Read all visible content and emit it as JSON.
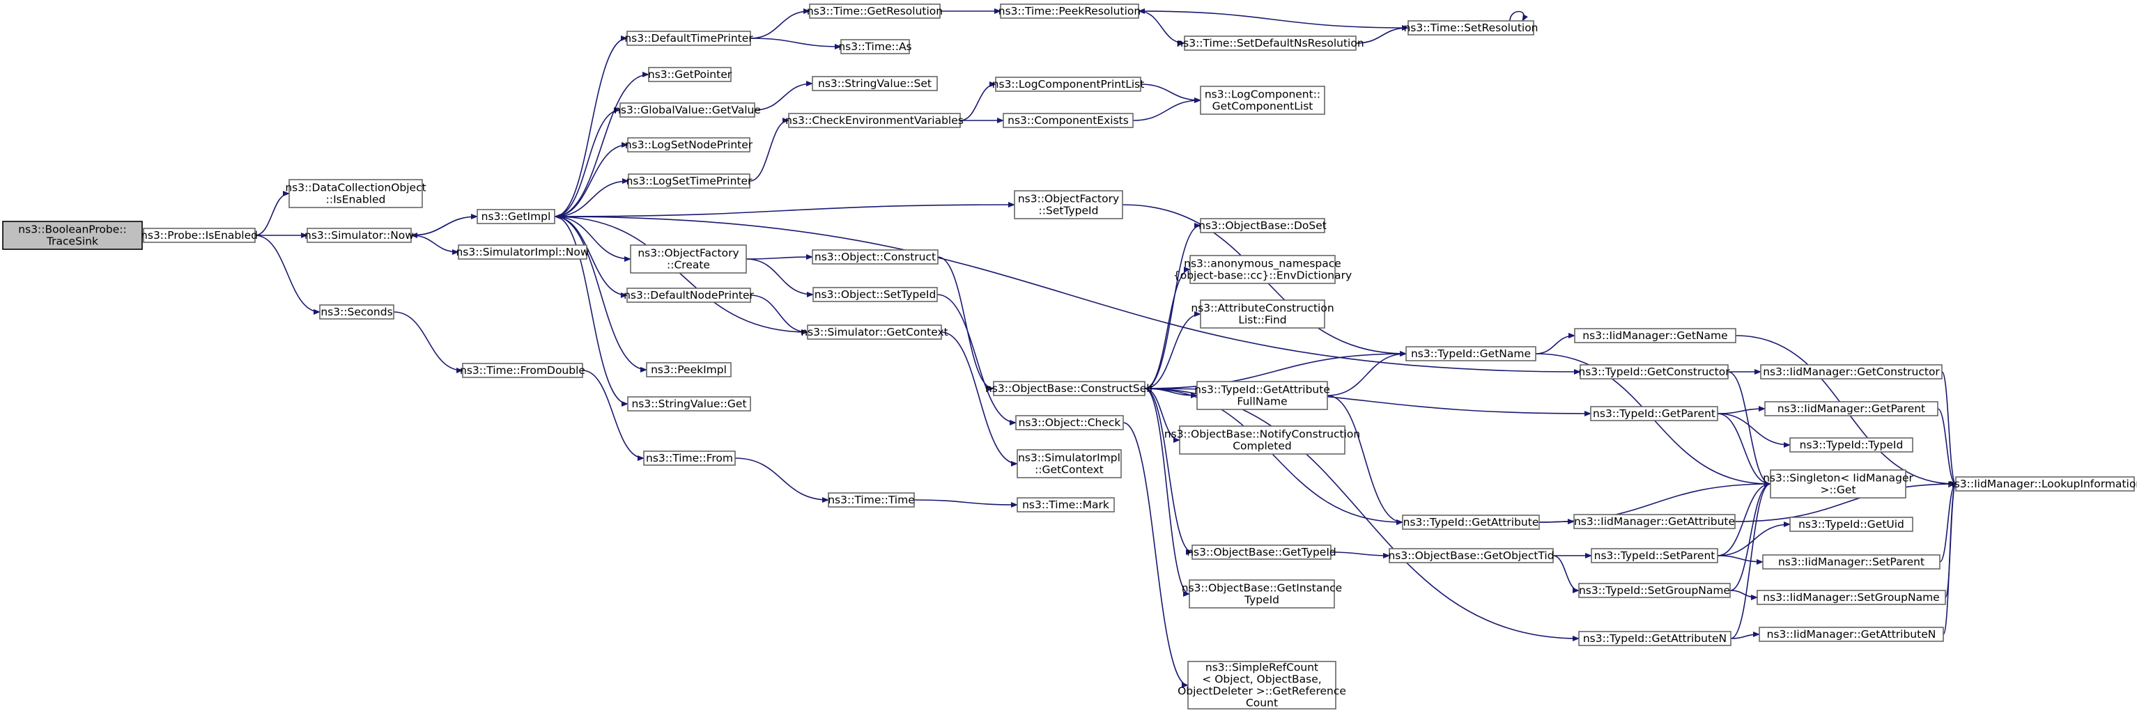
{
  "graph": {
    "nodes": [
      {
        "id": "BooleanProbe",
        "lines": [
          "ns3::BooleanProbe::",
          "TraceSink"
        ],
        "root": true
      },
      {
        "id": "ProbeIsEnabled",
        "lines": [
          "ns3::Probe::IsEnabled"
        ]
      },
      {
        "id": "DCOIsEnabled",
        "lines": [
          "ns3::DataCollectionObject",
          "::IsEnabled"
        ]
      },
      {
        "id": "SimNow",
        "lines": [
          "ns3::Simulator::Now"
        ]
      },
      {
        "id": "Seconds",
        "lines": [
          "ns3::Seconds"
        ]
      },
      {
        "id": "DefaultTimePrinter",
        "lines": [
          "ns3::DefaultTimePrinter"
        ]
      },
      {
        "id": "GetPointer",
        "lines": [
          "ns3::GetPointer"
        ]
      },
      {
        "id": "GlobalValueGetValue",
        "lines": [
          "ns3::GlobalValue::GetValue"
        ]
      },
      {
        "id": "LogSetNodePrinter",
        "lines": [
          "ns3::LogSetNodePrinter"
        ]
      },
      {
        "id": "LogSetTimePrinter",
        "lines": [
          "ns3::LogSetTimePrinter"
        ]
      },
      {
        "id": "GetImpl",
        "lines": [
          "ns3::GetImpl"
        ]
      },
      {
        "id": "SimImplNow",
        "lines": [
          "ns3::SimulatorImpl::Now"
        ]
      },
      {
        "id": "ObjectFactoryCreate",
        "lines": [
          "ns3::ObjectFactory",
          "::Create"
        ]
      },
      {
        "id": "DefaultNodePrinter",
        "lines": [
          "ns3::DefaultNodePrinter"
        ]
      },
      {
        "id": "PeekImpl",
        "lines": [
          "ns3::PeekImpl"
        ]
      },
      {
        "id": "StringValueGet",
        "lines": [
          "ns3::StringValue::Get"
        ]
      },
      {
        "id": "TimeFromDouble",
        "lines": [
          "ns3::Time::FromDouble"
        ]
      },
      {
        "id": "TimeFrom",
        "lines": [
          "ns3::Time::From"
        ]
      },
      {
        "id": "TimeTime",
        "lines": [
          "ns3::Time::Time"
        ]
      },
      {
        "id": "TimeMark",
        "lines": [
          "ns3::Time::Mark"
        ]
      },
      {
        "id": "TimeGetResolution",
        "lines": [
          "ns3::Time::GetResolution"
        ]
      },
      {
        "id": "TimeAs",
        "lines": [
          "ns3::Time::As"
        ]
      },
      {
        "id": "TimePeekResolution",
        "lines": [
          "ns3::Time::PeekResolution"
        ]
      },
      {
        "id": "TimeSetDefaultNsResolution",
        "lines": [
          "ns3::Time::SetDefaultNsResolution"
        ]
      },
      {
        "id": "TimeSetResolution",
        "lines": [
          "ns3::Time::SetResolution"
        ]
      },
      {
        "id": "StringValueSet",
        "lines": [
          "ns3::StringValue::Set"
        ]
      },
      {
        "id": "CheckEnvironmentVariables",
        "lines": [
          "ns3::CheckEnvironmentVariables"
        ]
      },
      {
        "id": "LogComponentPrintList",
        "lines": [
          "ns3::LogComponentPrintList"
        ]
      },
      {
        "id": "ComponentExists",
        "lines": [
          "ns3::ComponentExists"
        ]
      },
      {
        "id": "LogComponentGetComponentList",
        "lines": [
          "ns3::LogComponent::",
          "GetComponentList"
        ]
      },
      {
        "id": "ObjectFactorySetTypeId",
        "lines": [
          "ns3::ObjectFactory",
          "::SetTypeId"
        ]
      },
      {
        "id": "ObjectConstruct",
        "lines": [
          "ns3::Object::Construct"
        ]
      },
      {
        "id": "ObjectSetTypeId",
        "lines": [
          "ns3::Object::SetTypeId"
        ]
      },
      {
        "id": "SimGetContext",
        "lines": [
          "ns3::Simulator::GetContext"
        ]
      },
      {
        "id": "SimImplGetContext",
        "lines": [
          "ns3::SimulatorImpl",
          "::GetContext"
        ]
      },
      {
        "id": "ObjectCheck",
        "lines": [
          "ns3::Object::Check"
        ]
      },
      {
        "id": "ConstructSelf",
        "lines": [
          "ns3::ObjectBase::ConstructSelf"
        ]
      },
      {
        "id": "ObjectBaseDoSet",
        "lines": [
          "ns3::ObjectBase::DoSet"
        ]
      },
      {
        "id": "EnvDictionary",
        "lines": [
          "ns3::anonymous_namespace",
          "{object-base::cc}::EnvDictionary"
        ]
      },
      {
        "id": "AttrConstructionListFind",
        "lines": [
          "ns3::AttributeConstruction",
          "List::Find"
        ]
      },
      {
        "id": "TypeIdGetAttributeFullName",
        "lines": [
          "ns3::TypeId::GetAttribute",
          "FullName"
        ]
      },
      {
        "id": "NotifyConstructionCompleted",
        "lines": [
          "ns3::ObjectBase::NotifyConstruction",
          "Completed"
        ]
      },
      {
        "id": "ObjectBaseGetTypeId",
        "lines": [
          "ns3::ObjectBase::GetTypeId"
        ]
      },
      {
        "id": "GetInstanceTypeId",
        "lines": [
          "ns3::ObjectBase::GetInstance",
          "TypeId"
        ]
      },
      {
        "id": "SimpleRefCount",
        "lines": [
          "ns3::SimpleRefCount",
          "< Object, ObjectBase,",
          "ObjectDeleter >::GetReference",
          "Count"
        ]
      },
      {
        "id": "TypeIdGetName",
        "lines": [
          "ns3::TypeId::GetName"
        ]
      },
      {
        "id": "TypeIdGetConstructor",
        "lines": [
          "ns3::TypeId::GetConstructor"
        ]
      },
      {
        "id": "TypeIdGetParent",
        "lines": [
          "ns3::TypeId::GetParent"
        ]
      },
      {
        "id": "TypeIdGetAttribute",
        "lines": [
          "ns3::TypeId::GetAttribute"
        ]
      },
      {
        "id": "GetObjectTid",
        "lines": [
          "ns3::ObjectBase::GetObjectTid"
        ]
      },
      {
        "id": "TypeIdSetParent",
        "lines": [
          "ns3::TypeId::SetParent"
        ]
      },
      {
        "id": "TypeIdSetGroupName",
        "lines": [
          "ns3::TypeId::SetGroupName"
        ]
      },
      {
        "id": "TypeIdGetAttributeN",
        "lines": [
          "ns3::TypeId::GetAttributeN"
        ]
      },
      {
        "id": "IidGetName",
        "lines": [
          "ns3::IidManager::GetName"
        ]
      },
      {
        "id": "IidGetConstructor",
        "lines": [
          "ns3::IidManager::GetConstructor"
        ]
      },
      {
        "id": "IidGetParent",
        "lines": [
          "ns3::IidManager::GetParent"
        ]
      },
      {
        "id": "TypeIdTypeId",
        "lines": [
          "ns3::TypeId::TypeId"
        ]
      },
      {
        "id": "SingletonGet",
        "lines": [
          "ns3::Singleton< IidManager",
          ">::Get"
        ]
      },
      {
        "id": "IidGetAttribute",
        "lines": [
          "ns3::IidManager::GetAttribute"
        ]
      },
      {
        "id": "TypeIdGetUid",
        "lines": [
          "ns3::TypeId::GetUid"
        ]
      },
      {
        "id": "IidSetParent",
        "lines": [
          "ns3::IidManager::SetParent"
        ]
      },
      {
        "id": "IidSetGroupName",
        "lines": [
          "ns3::IidManager::SetGroupName"
        ]
      },
      {
        "id": "IidGetAttributeN",
        "lines": [
          "ns3::IidManager::GetAttributeN"
        ]
      },
      {
        "id": "IidLookupInformation",
        "lines": [
          "ns3::IidManager::LookupInformation"
        ]
      }
    ],
    "edges": [
      [
        "BooleanProbe",
        "ProbeIsEnabled"
      ],
      [
        "ProbeIsEnabled",
        "DCOIsEnabled"
      ],
      [
        "ProbeIsEnabled",
        "SimNow"
      ],
      [
        "ProbeIsEnabled",
        "Seconds"
      ],
      [
        "SimNow",
        "GetImpl"
      ],
      [
        "SimNow",
        "SimImplNow"
      ],
      [
        "GetImpl",
        "SimNow"
      ],
      [
        "GetImpl",
        "DefaultTimePrinter"
      ],
      [
        "GetImpl",
        "GetPointer"
      ],
      [
        "GetImpl",
        "GlobalValueGetValue"
      ],
      [
        "GetImpl",
        "LogSetNodePrinter"
      ],
      [
        "GetImpl",
        "LogSetTimePrinter"
      ],
      [
        "GetImpl",
        "ObjectFactoryCreate"
      ],
      [
        "GetImpl",
        "DefaultNodePrinter"
      ],
      [
        "GetImpl",
        "PeekImpl"
      ],
      [
        "GetImpl",
        "StringValueGet"
      ],
      [
        "GetImpl",
        "ObjectFactorySetTypeId"
      ],
      [
        "GetImpl",
        "TypeIdGetConstructor"
      ],
      [
        "SimGetContext",
        "GetImpl"
      ],
      [
        "Seconds",
        "TimeFromDouble"
      ],
      [
        "TimeFromDouble",
        "TimeFrom"
      ],
      [
        "TimeFrom",
        "TimeTime"
      ],
      [
        "TimeTime",
        "TimeMark"
      ],
      [
        "DefaultTimePrinter",
        "TimeGetResolution"
      ],
      [
        "DefaultTimePrinter",
        "TimeAs"
      ],
      [
        "TimeGetResolution",
        "TimePeekResolution"
      ],
      [
        "TimePeekResolution",
        "TimeSetDefaultNsResolution"
      ],
      [
        "TimeSetDefaultNsResolution",
        "TimeSetResolution"
      ],
      [
        "TimeSetResolution",
        "TimePeekResolution"
      ],
      [
        "TimeSetResolution",
        "TimeSetResolution"
      ],
      [
        "GlobalValueGetValue",
        "StringValueSet"
      ],
      [
        "LogSetTimePrinter",
        "CheckEnvironmentVariables"
      ],
      [
        "CheckEnvironmentVariables",
        "LogComponentPrintList"
      ],
      [
        "CheckEnvironmentVariables",
        "ComponentExists"
      ],
      [
        "LogComponentPrintList",
        "LogComponentGetComponentList"
      ],
      [
        "ComponentExists",
        "LogComponentGetComponentList"
      ],
      [
        "ObjectFactoryCreate",
        "ObjectConstruct"
      ],
      [
        "ObjectFactoryCreate",
        "ObjectSetTypeId"
      ],
      [
        "DefaultNodePrinter",
        "SimGetContext"
      ],
      [
        "ObjectFactorySetTypeId",
        "TypeIdGetName"
      ],
      [
        "ObjectConstruct",
        "ConstructSelf"
      ],
      [
        "ObjectSetTypeId",
        "ObjectCheck"
      ],
      [
        "SimGetContext",
        "SimImplGetContext"
      ],
      [
        "ObjectCheck",
        "SimpleRefCount"
      ],
      [
        "ConstructSelf",
        "ObjectBaseDoSet"
      ],
      [
        "ConstructSelf",
        "EnvDictionary"
      ],
      [
        "ConstructSelf",
        "AttrConstructionListFind"
      ],
      [
        "ConstructSelf",
        "TypeIdGetName"
      ],
      [
        "ConstructSelf",
        "TypeIdGetAttributeFullName"
      ],
      [
        "ConstructSelf",
        "NotifyConstructionCompleted"
      ],
      [
        "ConstructSelf",
        "TypeIdGetParent"
      ],
      [
        "ConstructSelf",
        "TypeIdGetAttribute"
      ],
      [
        "ConstructSelf",
        "ObjectBaseGetTypeId"
      ],
      [
        "ConstructSelf",
        "GetInstanceTypeId"
      ],
      [
        "ConstructSelf",
        "TypeIdGetAttributeN"
      ],
      [
        "TypeIdGetAttributeFullName",
        "TypeIdGetName"
      ],
      [
        "TypeIdGetAttributeFullName",
        "TypeIdGetAttribute"
      ],
      [
        "ObjectBaseGetTypeId",
        "GetObjectTid"
      ],
      [
        "GetObjectTid",
        "TypeIdSetParent"
      ],
      [
        "GetObjectTid",
        "TypeIdSetGroupName"
      ],
      [
        "TypeIdGetName",
        "IidGetName"
      ],
      [
        "TypeIdGetName",
        "SingletonGet"
      ],
      [
        "TypeIdGetConstructor",
        "IidGetConstructor"
      ],
      [
        "TypeIdGetConstructor",
        "SingletonGet"
      ],
      [
        "TypeIdGetParent",
        "IidGetParent"
      ],
      [
        "TypeIdGetParent",
        "TypeIdTypeId"
      ],
      [
        "TypeIdGetParent",
        "SingletonGet"
      ],
      [
        "TypeIdGetAttribute",
        "IidGetAttribute"
      ],
      [
        "TypeIdGetAttribute",
        "SingletonGet"
      ],
      [
        "TypeIdSetParent",
        "TypeIdGetUid"
      ],
      [
        "TypeIdSetParent",
        "IidSetParent"
      ],
      [
        "TypeIdSetParent",
        "SingletonGet"
      ],
      [
        "TypeIdSetGroupName",
        "IidSetGroupName"
      ],
      [
        "TypeIdSetGroupName",
        "SingletonGet"
      ],
      [
        "TypeIdGetAttributeN",
        "IidGetAttributeN"
      ],
      [
        "TypeIdGetAttributeN",
        "SingletonGet"
      ],
      [
        "IidGetName",
        "IidLookupInformation"
      ],
      [
        "IidGetConstructor",
        "IidLookupInformation"
      ],
      [
        "IidGetParent",
        "IidLookupInformation"
      ],
      [
        "IidGetAttribute",
        "IidLookupInformation"
      ],
      [
        "IidSetParent",
        "IidLookupInformation"
      ],
      [
        "IidSetGroupName",
        "IidLookupInformation"
      ],
      [
        "IidGetAttributeN",
        "IidLookupInformation"
      ]
    ]
  }
}
